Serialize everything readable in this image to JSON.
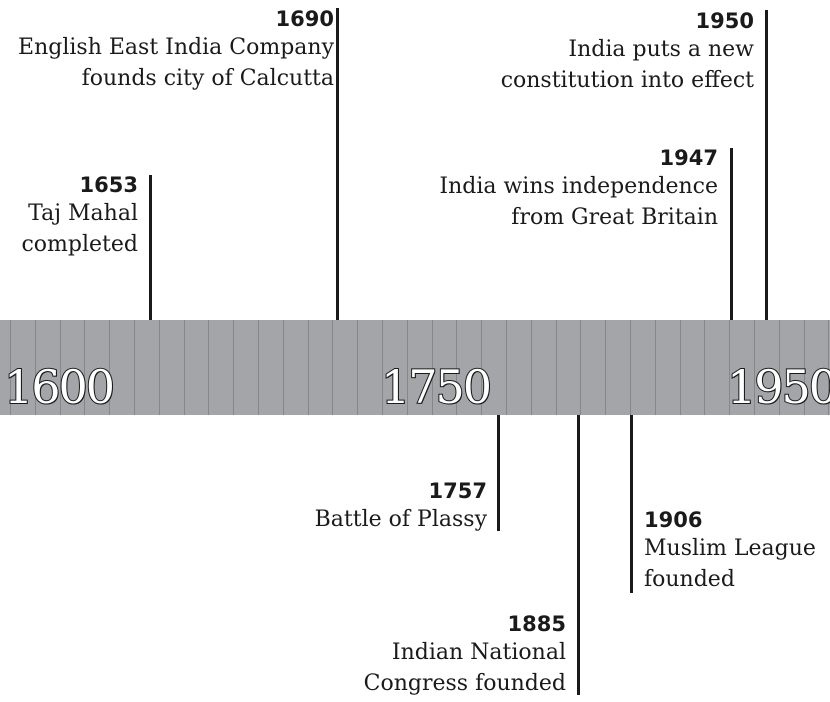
{
  "timeline": {
    "eras": [
      "1600",
      "1750",
      "1950"
    ],
    "events": [
      {
        "year": "1690",
        "description": "English East India Company\nfounds city of Calcutta"
      },
      {
        "year": "1950",
        "description": "India puts a new\nconstitution into effect"
      },
      {
        "year": "1947",
        "description": "India wins independence\nfrom Great Britain"
      },
      {
        "year": "1653",
        "description": "Taj Mahal\ncompleted"
      },
      {
        "year": "1757",
        "description": "Battle of Plassy"
      },
      {
        "year": "1906",
        "description": "Muslim League\nfounded"
      },
      {
        "year": "1885",
        "description": "Indian National\nCongress founded"
      }
    ]
  },
  "colors": {
    "band": "#a3a5a8",
    "band_ticks": "#85878b",
    "ink": "#1a1a1a",
    "era_label_fill": "#ffffff"
  }
}
